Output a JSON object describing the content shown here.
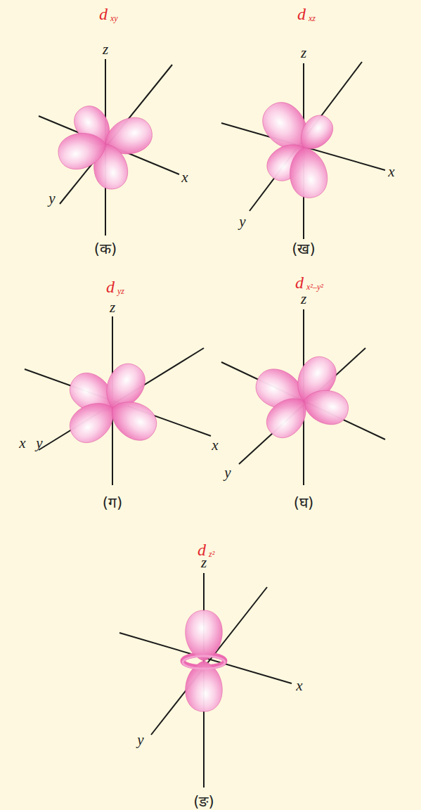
{
  "diagram": {
    "labels": [
      "d",
      "xy",
      "z",
      "x",
      "y",
      "(क)",
      "d",
      "xz",
      "z",
      "x",
      "y",
      "(ख)",
      "d",
      "yz",
      "z",
      "x",
      "y",
      "x",
      "(ग)",
      "d",
      "x²–y²",
      "z",
      "y",
      "(घ)",
      "d",
      "z²",
      "z",
      "x",
      "y",
      "(ङ)"
    ]
  }
}
